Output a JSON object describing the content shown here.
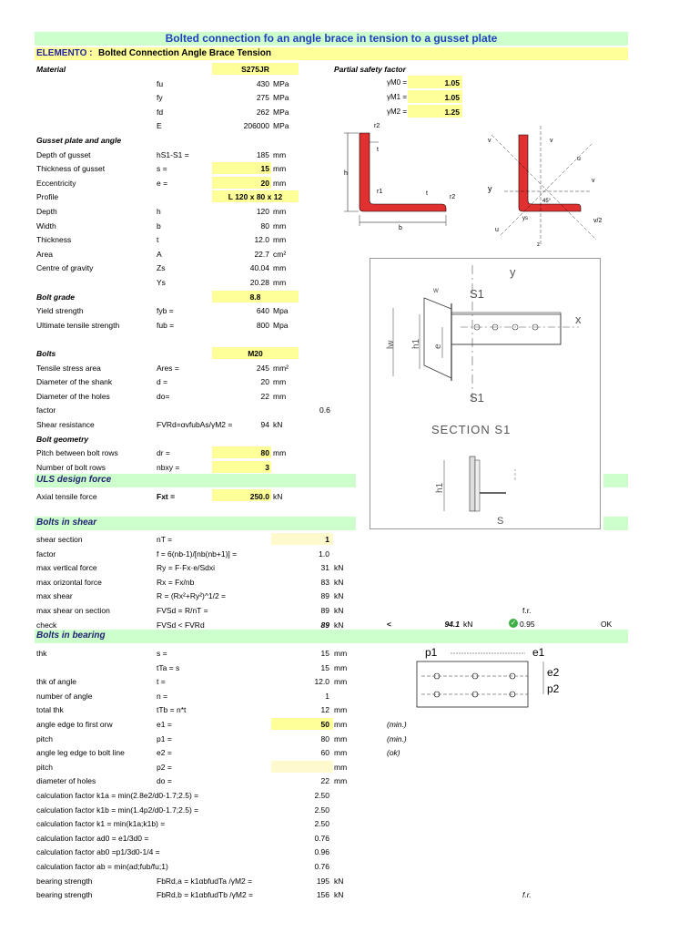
{
  "title": "Bolted connection fo an angle brace in tension to a gusset plate",
  "elemento": {
    "label": "ELEMENTO :",
    "value": "Bolted Connection Angle Brace Tension"
  },
  "psf_header": "Partial safety factor",
  "psf": [
    {
      "sym": "γM0 =",
      "val": "1.05"
    },
    {
      "sym": "γM1 =",
      "val": "1.05"
    },
    {
      "sym": "γM2 =",
      "val": "1.25"
    }
  ],
  "sections": {
    "uls": "ULS design force",
    "shear": "Bolts in shear",
    "bearing": "Bolts in bearing"
  },
  "rows": [
    {
      "label": "Material",
      "sym": "",
      "val": "S275JR",
      "unit": "",
      "style": "bi",
      "hl": "center"
    },
    {
      "label": "",
      "sym": "fu",
      "val": "430",
      "unit": "MPa"
    },
    {
      "label": "",
      "sym": "fy",
      "val": "275",
      "unit": "MPa"
    },
    {
      "label": "",
      "sym": "fd",
      "val": "262",
      "unit": "MPa"
    },
    {
      "label": "",
      "sym": "E",
      "val": "206000",
      "unit": "MPa"
    },
    {
      "label": "Gusset plate and angle",
      "sym": "",
      "val": "",
      "unit": "",
      "style": "bi"
    },
    {
      "label": "Depth of gusset",
      "sym": "hS1-S1 =",
      "val": "185",
      "unit": "mm"
    },
    {
      "label": "Thickness of gusset",
      "sym": "s =",
      "val": "15",
      "unit": "mm",
      "hl": "yes"
    },
    {
      "label": "Eccentricity",
      "sym": "e =",
      "val": "20",
      "unit": "mm",
      "hl": "yes"
    },
    {
      "label": "Profile",
      "sym": "",
      "val": "L 120 x 80 x 12",
      "unit": "",
      "hl": "center"
    },
    {
      "label": "Depth",
      "sym": "h",
      "val": "120",
      "unit": "mm"
    },
    {
      "label": "Width",
      "sym": "b",
      "val": "80",
      "unit": "mm"
    },
    {
      "label": "Thickness",
      "sym": "t",
      "val": "12.0",
      "unit": "mm"
    },
    {
      "label": "Area",
      "sym": "A",
      "val": "22.7",
      "unit": "cm²"
    },
    {
      "label": "Centre of gravity",
      "sym": "Zs",
      "val": "40.04",
      "unit": "mm"
    },
    {
      "label": "",
      "sym": "Ys",
      "val": "20.28",
      "unit": "mm"
    },
    {
      "label": "Bolt grade",
      "sym": "",
      "val": "8.8",
      "unit": "",
      "style": "bi",
      "hl": "center"
    },
    {
      "label": "Yield strength",
      "sym": "fyb =",
      "val": "640",
      "unit": "Mpa"
    },
    {
      "label": "Ultimate tensile strength",
      "sym": "fub =",
      "val": "800",
      "unit": "Mpa"
    },
    {
      "label": "",
      "sym": "",
      "val": "",
      "unit": ""
    },
    {
      "label": "Bolts",
      "sym": "",
      "val": "M20",
      "unit": "",
      "style": "bi",
      "hl": "center"
    },
    {
      "label": "Tensile stress area",
      "sym": "Ares =",
      "val": "245",
      "unit": "mm²"
    },
    {
      "label": "Diameter of the shank",
      "sym": "d =",
      "val": "20",
      "unit": "mm"
    },
    {
      "label": "Diameter of the holes",
      "sym": "do=",
      "val": "22",
      "unit": "mm"
    },
    {
      "label": "factor",
      "sym": "",
      "val": "",
      "unit": "",
      "extra": "0.6"
    },
    {
      "label": "Shear resistance",
      "sym": "FVRd=αvfubAs/γM2 =",
      "val": "94",
      "unit": "kN"
    },
    {
      "label": "Bolt geometry",
      "sym": "",
      "val": "",
      "unit": "",
      "style": "bi"
    },
    {
      "label": "Pitch between bolt rows",
      "sym": "dr =",
      "val": "80",
      "unit": "mm",
      "hl": "yes"
    },
    {
      "label": "Number of bolt rows",
      "sym": "nbxy =",
      "val": "3",
      "unit": "",
      "hl": "yes"
    }
  ],
  "uls_row": {
    "label": "Axial tensile force",
    "sym": "Fxt =",
    "val": "250.0",
    "unit": "kN"
  },
  "shear_rows": [
    {
      "label": "shear section",
      "sym": "nT =",
      "val": "1",
      "unit": "",
      "hl": "light"
    },
    {
      "label": "factor",
      "sym": "f = 6(nb-1)/[nb(nb+1)] =",
      "val": "1.0",
      "unit": ""
    },
    {
      "label": "max vertical force",
      "sym": "Ry = F·Fx·e/Sdxi",
      "val": "31",
      "unit": "kN"
    },
    {
      "label": "max orizontal force",
      "sym": "Rx = Fx/nb",
      "val": "83",
      "unit": "kN"
    },
    {
      "label": "max shear",
      "sym": "R = (Rx²+Ry²)^1/2 =",
      "val": "89",
      "unit": "kN"
    },
    {
      "label": "max shear on section",
      "sym": "FVSd = R/nT =",
      "val": "89",
      "unit": "kN",
      "note": "f.r."
    },
    {
      "label": "check",
      "sym": "FVSd < FVRd",
      "val": "89",
      "unit": "kN",
      "check": true
    }
  ],
  "check": {
    "lt": "<",
    "cap": "94.1",
    "cap_unit": "kN",
    "ratio": "0.95",
    "status": "OK"
  },
  "bearing_rows": [
    {
      "label": "thk",
      "sym": "s =",
      "val": "15",
      "unit": "mm"
    },
    {
      "label": "",
      "sym": "tTa = s",
      "val": "15",
      "unit": "mm"
    },
    {
      "label": "thk of angle",
      "sym": "t =",
      "val": "12.0",
      "unit": "mm"
    },
    {
      "label": "number of angle",
      "sym": "n =",
      "val": "1",
      "unit": ""
    },
    {
      "label": "total thk",
      "sym": "tTb = n*t",
      "val": "12",
      "unit": "mm"
    },
    {
      "label": "angle edge to first orw",
      "sym": "e1 =",
      "val": "50",
      "unit": "mm",
      "hl": "yes",
      "note": "(min.)"
    },
    {
      "label": "pitch",
      "sym": "p1 =",
      "val": "80",
      "unit": "mm",
      "note": "(min.)"
    },
    {
      "label": "angle leg edge to bolt line",
      "sym": "e2 =",
      "val": "60",
      "unit": "mm",
      "note": "(ok)"
    },
    {
      "label": "pitch",
      "sym": "p2 =",
      "val": "",
      "unit": "mm",
      "hl": "light"
    },
    {
      "label": "diameter of holes",
      "sym": "do =",
      "val": "22",
      "unit": "mm"
    },
    {
      "label": "calculation factor k1a = min(2.8e2/d0-1.7;2.5) =",
      "sym": "",
      "val": "2.50",
      "unit": ""
    },
    {
      "label": "calculation factor k1b = min(1.4p2/d0-1.7;2.5) =",
      "sym": "",
      "val": "2.50",
      "unit": ""
    },
    {
      "label": "calculation factor k1 = min(k1a;k1b) =",
      "sym": "",
      "val": "2.50",
      "unit": ""
    },
    {
      "label": "calculation factor ad0 = e1/3d0 =",
      "sym": "",
      "val": "0.76",
      "unit": ""
    },
    {
      "label": "calculation factor ab0 =p1/3d0-1/4 =",
      "sym": "",
      "val": "0.96",
      "unit": ""
    },
    {
      "label": "calculation factor ab = min(ad;fub/fu;1)",
      "sym": "",
      "val": "0.76",
      "unit": ""
    },
    {
      "label": "bearing strength",
      "sym": "FbRd,a = k1αbfudTa /γM2 =",
      "val": "195",
      "unit": "kN"
    },
    {
      "label": "bearing strength",
      "sym": "FbRd,b = k1αbfudTb /γM2 =",
      "val": "156",
      "unit": "kN",
      "note": "f.r."
    }
  ],
  "diagram": {
    "section_label": "SECTION S1",
    "s1": "S1",
    "y": "y",
    "x": "x",
    "w": "w",
    "lw": "lw",
    "h1": "h1",
    "e": "e",
    "s": "S",
    "dims": {
      "r2": "r2",
      "t": "t",
      "r1": "r1",
      "h": "h",
      "b": "b",
      "v": "v",
      "u": "u",
      "ys": "ys",
      "zs": "zs",
      "deg": "45°"
    },
    "pitch": {
      "p1": "p1",
      "e1": "e1",
      "e2": "e2",
      "p2": "p2"
    }
  },
  "colors": {
    "green_band": "#ccffcc",
    "yellow": "#ffff99",
    "light_yellow": "#fffacd",
    "angle_red": "#e03030",
    "title_blue": "#1f3fbf"
  }
}
